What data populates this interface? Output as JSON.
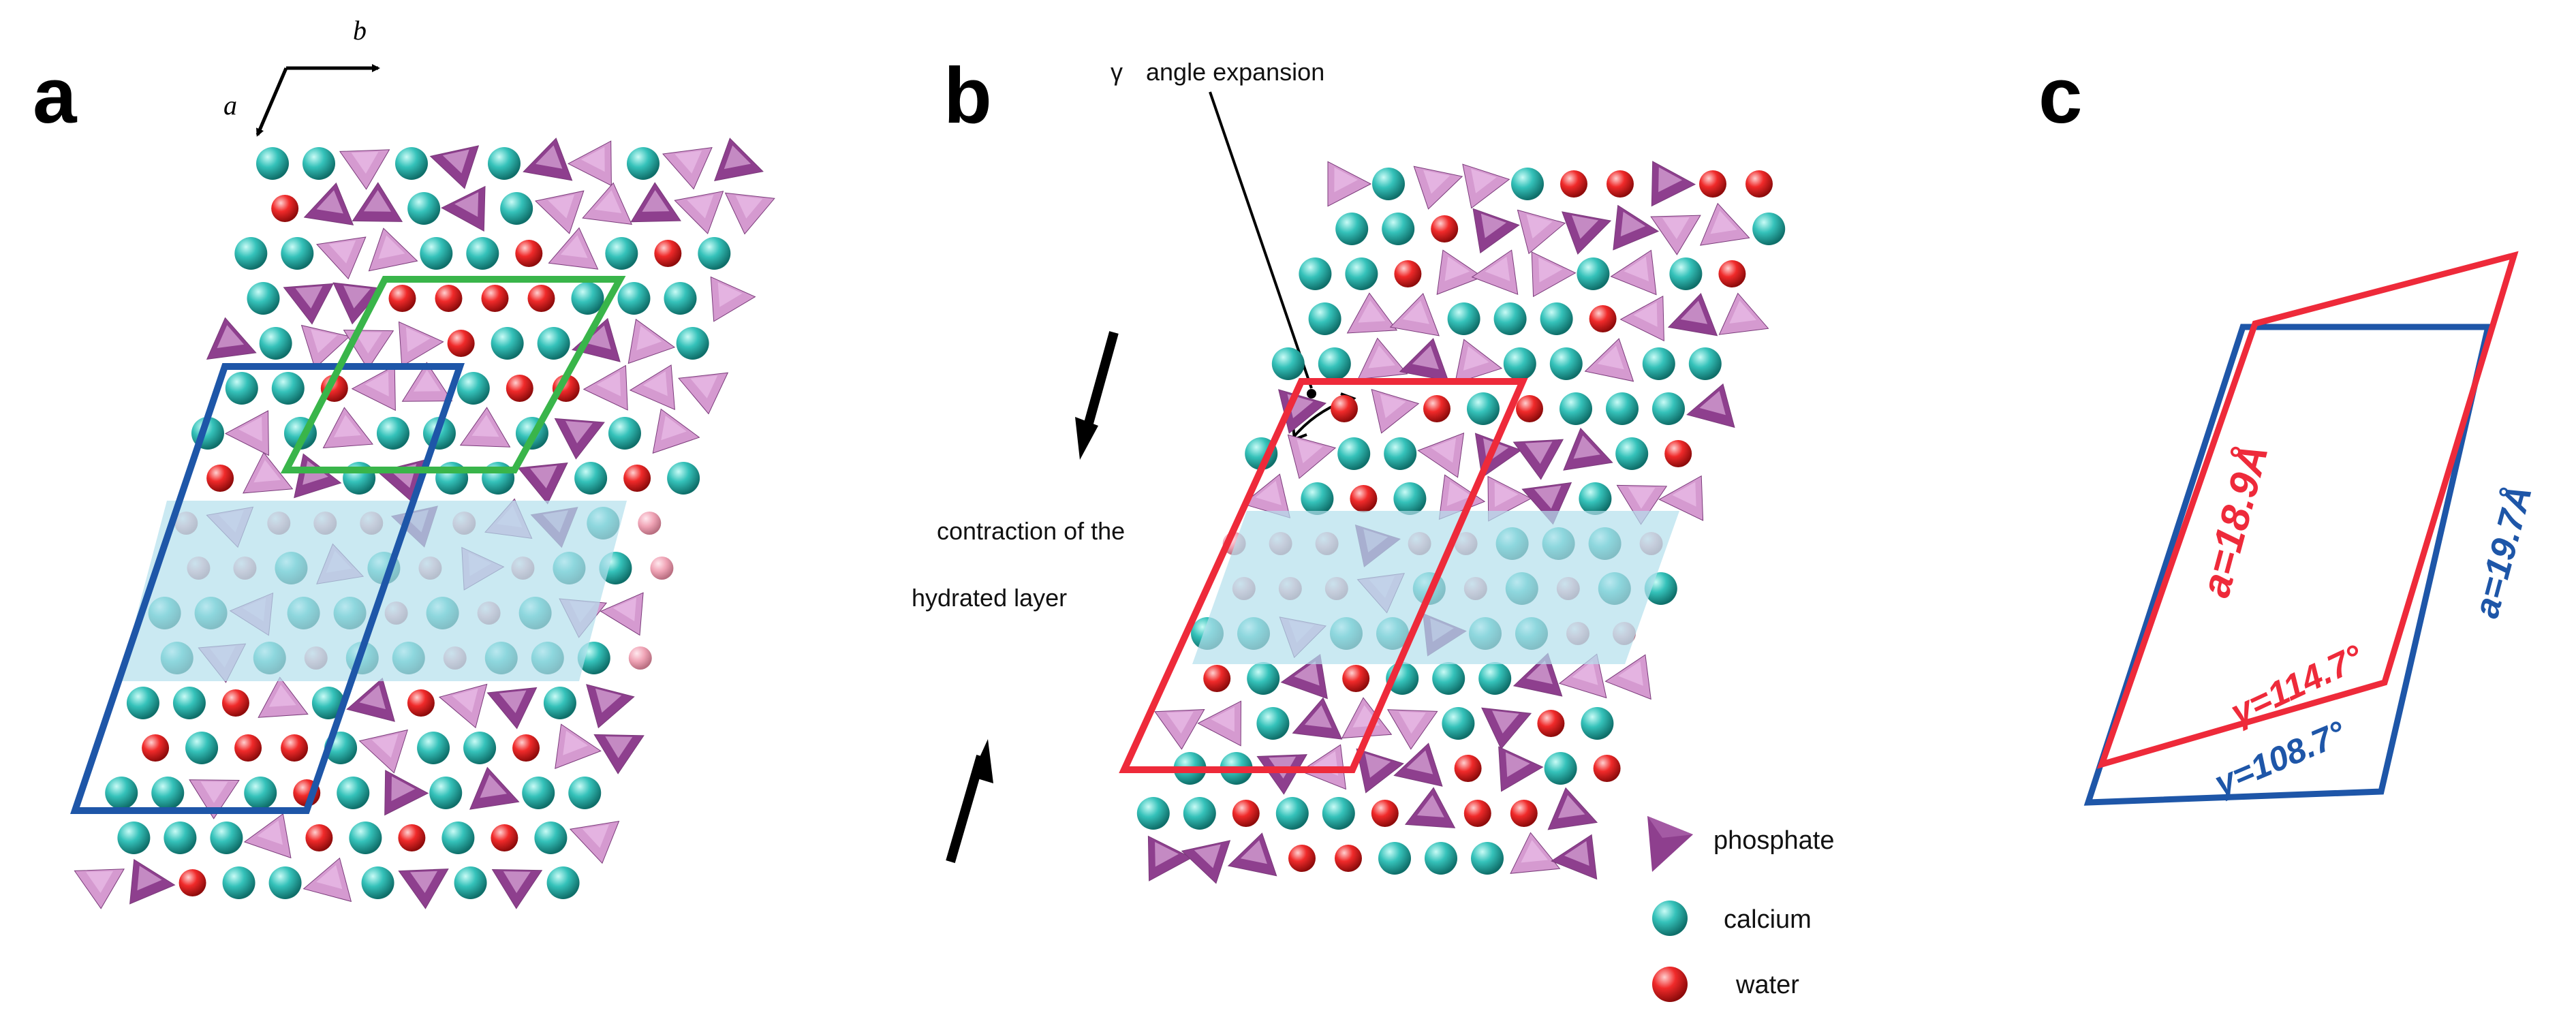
{
  "panels": {
    "a": {
      "letter": "a",
      "axis_a": "a",
      "axis_b": "b"
    },
    "b": {
      "letter": "b",
      "gamma_symbol": "γ",
      "angle_label": "angle expansion",
      "contraction_line1": "contraction of the",
      "contraction_line2": "hydrated layer"
    },
    "c": {
      "letter": "c",
      "red_a": "a=18.9Å",
      "blue_a": "a=19.7Å",
      "red_gamma": "γ=114.7°",
      "blue_gamma": "γ=108.7°"
    }
  },
  "legend": {
    "phosphate": "phosphate",
    "calcium": "calcium",
    "water": "water"
  },
  "colors": {
    "phosphate_dark": "#8e3f8e",
    "phosphate_light": "#d59ad0",
    "calcium": "#2fb5ad",
    "water": "#e01d1d",
    "hydrated_band": "#b4e0ec",
    "cell_blue": "#1e56a8",
    "cell_green": "#39b54a",
    "cell_red": "#ee2a3a"
  }
}
